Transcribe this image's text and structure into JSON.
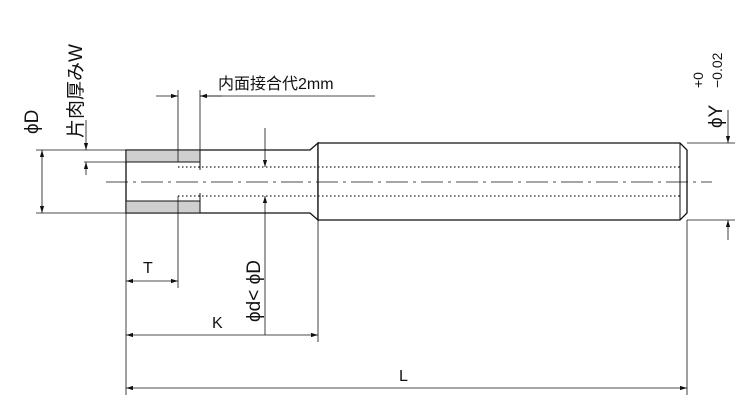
{
  "diagram": {
    "labels": {
      "phi_D": "ϕD",
      "wall_thickness": "片肉厚みW",
      "inner_contact": "内面接合代2mm",
      "phi_d_lt_phi_D": "ϕd< ϕD",
      "phi_Y": "ϕY",
      "tol_plus": "+0",
      "tol_minus": "−0.02",
      "T": "T",
      "K": "K",
      "L": "L"
    }
  }
}
